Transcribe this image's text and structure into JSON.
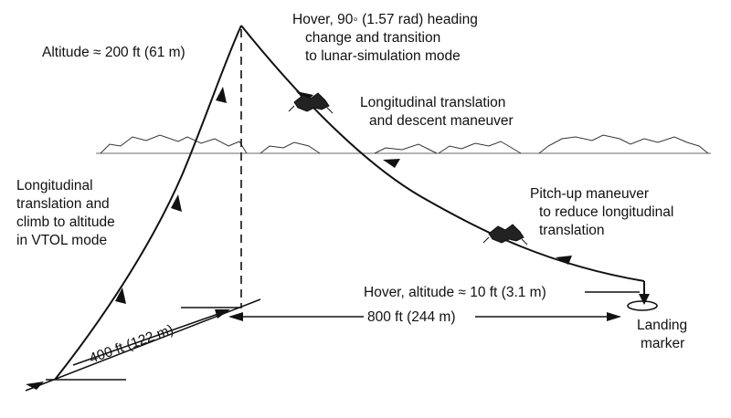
{
  "labels": {
    "altitude_top": "Altitude ≈ 200 ft (61 m)",
    "hover_heading": [
      "Hover, 90◦ (1.57 rad) heading",
      "change and transition",
      "to lunar-simulation mode"
    ],
    "long_descent": [
      "Longitudinal translation",
      "and descent maneuver"
    ],
    "long_climb": [
      "Longitudinal",
      "translation and",
      "climb to altitude",
      "in VTOL mode"
    ],
    "pitch_up": [
      "Pitch-up maneuver",
      "to reduce longitudinal",
      "translation"
    ],
    "hover_low": "Hover, altitude ≈ 10 ft (3.1 m)",
    "dist_800": "800 ft (244 m)",
    "dist_400": "400 ft (122 m)",
    "landing_marker": [
      "Landing",
      "marker"
    ]
  }
}
